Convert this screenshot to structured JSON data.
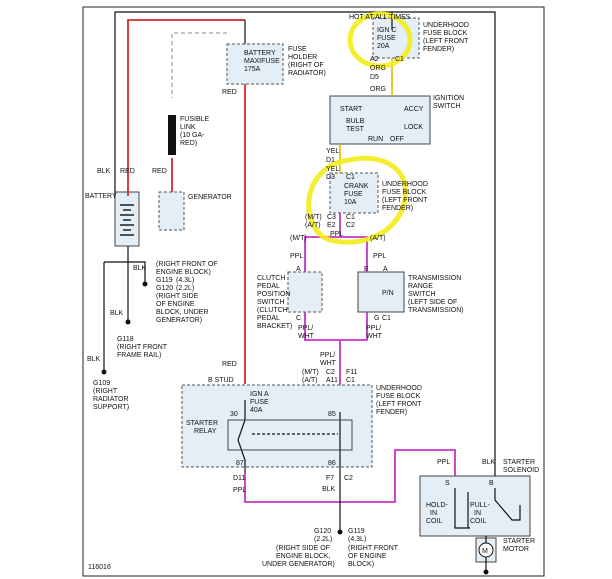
{
  "labels": {
    "hot_at_all_times": "HOT AT ALL TIMES",
    "ign_c_fuse_1": "IGN C",
    "ign_c_fuse_2": "FUSE",
    "ign_c_fuse_3": "20A",
    "underhood_block_top_1": "UNDERHOOD",
    "underhood_block_top_2": "FUSE BLOCK",
    "underhood_block_top_3": "(LEFT FRONT",
    "underhood_block_top_4": "FENDER)",
    "a2": "A2",
    "c1_top": "C1",
    "org1": "ORG",
    "d5": "D5",
    "org2": "ORG",
    "ignition_switch_1": "IGNITION",
    "ignition_switch_2": "SWITCH",
    "start": "START",
    "bulb": "BULB",
    "test": "TEST",
    "accy": "ACCY",
    "lock": "LOCK",
    "run": "RUN",
    "off": "OFF",
    "yel1": "YEL",
    "d1": "D1",
    "yel2": "YEL",
    "d3": "D3",
    "c1_crank": "C1",
    "crank_1": "CRANK",
    "crank_2": "FUSE",
    "crank_3": "10A",
    "underhood_block_mid_1": "UNDERHOOD",
    "underhood_block_mid_2": "FUSE BLOCK",
    "underhood_block_mid_3": "(LEFT FRONT",
    "underhood_block_mid_4": "FENDER)",
    "mt1": "(M/T)",
    "at1": "(A/T)",
    "c3": "C3",
    "e2": "E2",
    "c1b": "C1",
    "c2b": "C2",
    "ppl_left": "PPL",
    "mt2": "(M/T)",
    "at2": "(A/T)",
    "battery_maxifuse_1": "BATTERY",
    "battery_maxifuse_2": "MAXIFUSE",
    "battery_maxifuse_3": "175A",
    "fuse_holder_1": "FUSE",
    "fuse_holder_2": "HOLDER",
    "fuse_holder_3": "(RIGHT OF",
    "fuse_holder_4": "RADIATOR)",
    "red_top": "RED",
    "fusible_1": "FUSIBLE",
    "fusible_2": "LINK",
    "fusible_3": "(10 GA-",
    "fusible_4": "RED)",
    "red_fl": "RED",
    "generator": "GENERATOR",
    "blk_bat": "BLK",
    "red_bat": "RED",
    "battery": "BATTERY",
    "blk_g119": "BLK",
    "g119_loc_1": "(RIGHT FRONT OF",
    "g119_loc_2": "ENGINE BLOCK)",
    "g119_a": "G119",
    "g119_a_eng": "(4.3L)",
    "g120_a": "G120",
    "g120_a_eng": "(2.2L)",
    "g120_loc_1": "(RIGHT SIDE",
    "g120_loc_2": "OF ENGINE",
    "g120_loc_3": "BLOCK, UNDER",
    "g120_loc_4": "GENERATOR)",
    "blk_g118": "BLK",
    "g118": "G118",
    "g118_loc_1": "(RIGHT FRONT",
    "g118_loc_2": "FRAME RAIL)",
    "blk_g109": "BLK",
    "g109": "G109",
    "g109_loc_1": "(RIGHT",
    "g109_loc_2": "RADIATOR",
    "g109_loc_3": "SUPPORT)",
    "ppl_clutch": "PPL",
    "clutch_a": "A",
    "clutch_1": "CLUTCH",
    "clutch_2": "PEDAL",
    "clutch_3": "POSITION",
    "clutch_4": "SWITCH",
    "clutch_5": "(CLUTCH",
    "clutch_6": "PEDAL",
    "clutch_7": "BRACKET)",
    "clutch_c": "C",
    "ppl_wht_1a": "PPL/",
    "ppl_wht_1b": "WHT",
    "ppl_trans": "PPL",
    "trans_e": "E",
    "trans_a": "A",
    "trans_pn": "P/N",
    "trans_1": "TRANSMISSION",
    "trans_2": "RANGE",
    "trans_3": "SWITCH",
    "trans_4": "(LEFT SIDE OF",
    "trans_5": "TRANSMISSION)",
    "trans_g": "G",
    "trans_c1": "C1",
    "ppl_wht_2a": "PPL/",
    "ppl_wht_2b": "WHT",
    "ppl_wht_3a": "PPL/",
    "ppl_wht_3b": "WHT",
    "mt3": "(M/T)",
    "at3": "(A/T)",
    "c2_mid": "C2",
    "a11": "A11",
    "f11": "F11",
    "c1_mid": "C1",
    "red_mid": "RED",
    "b_stud": "B STUD",
    "ign_a_1": "IGN A",
    "ign_a_2": "FUSE",
    "ign_a_3": "40A",
    "underhood_block_bot_1": "UNDERHOOD",
    "underhood_block_bot_2": "FUSE BLOCK",
    "underhood_block_bot_3": "(LEFT FRONT",
    "underhood_block_bot_4": "FENDER)",
    "p30": "30",
    "p85": "85",
    "relay_1": "STARTER",
    "relay_2": "RELAY",
    "p87": "87",
    "p86": "86",
    "d11": "D11",
    "f7": "F7",
    "c2_bot": "C2",
    "ppl_bot": "PPL",
    "blk_bot": "BLK",
    "g120_b": "G120",
    "g120_b_eng": "(2.2L)",
    "g119_b": "G119",
    "g119_b_eng": "(4.3L)",
    "g120_b_loc_1": "(RIGHT SIDE OF",
    "g120_b_loc_2": "ENGINE BLOCK,",
    "g120_b_loc_3": "UNDER GENERATOR)",
    "g119_b_loc_1": "(RIGHT FRONT",
    "g119_b_loc_2": "OF ENGINE",
    "g119_b_loc_3": "BLOCK)",
    "ppl_sol": "PPL",
    "blk_sol": "BLK",
    "sol_1": "STARTER",
    "sol_2": "SOLENOID",
    "sol_s": "S",
    "sol_b": "B",
    "hold_1": "HOLD-",
    "hold_2": "IN",
    "hold_3": "COIL",
    "pull_1": "PULL-",
    "pull_2": "IN",
    "pull_3": "COIL",
    "motor_1": "STARTER",
    "motor_2": "MOTOR",
    "motor_m": "M",
    "doc_number": "116016"
  },
  "colors": {
    "red_wire": "#d42a2a",
    "purple_wire": "#c634c4",
    "yellow_wire": "#e2b800",
    "highlight": "#f4ec1a",
    "component_fill": "#e3eef7"
  }
}
